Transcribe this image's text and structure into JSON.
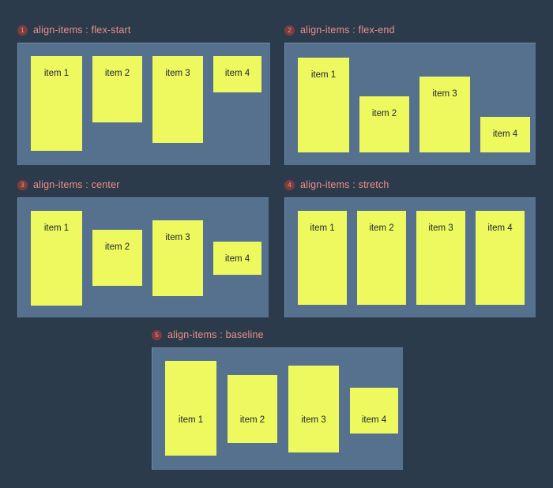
{
  "colors": {
    "page_background": "#2c3b4b",
    "container_background": "#55718e",
    "container_border": "#6c8aa6",
    "item_background": "#edf95e",
    "item_text": "#1d2430",
    "label_text": "#ef8f86",
    "badge_background": "#7e3c3e",
    "badge_text": "#f09a91"
  },
  "panels": [
    {
      "badge": "1",
      "label": "align-items : flex-start",
      "align": "flex-start",
      "items": [
        {
          "label": "item 1"
        },
        {
          "label": "item 2"
        },
        {
          "label": "item 3"
        },
        {
          "label": "item 4"
        }
      ]
    },
    {
      "badge": "2",
      "label": "align-items : flex-end",
      "align": "flex-end",
      "items": [
        {
          "label": "item 1"
        },
        {
          "label": "item 2"
        },
        {
          "label": "item 3"
        },
        {
          "label": "item 4"
        }
      ]
    },
    {
      "badge": "3",
      "label": "align-items : center",
      "align": "center",
      "items": [
        {
          "label": "item 1"
        },
        {
          "label": "item 2"
        },
        {
          "label": "item 3"
        },
        {
          "label": "item 4"
        }
      ]
    },
    {
      "badge": "4",
      "label": "align-items : stretch",
      "align": "stretch",
      "items": [
        {
          "label": "item 1"
        },
        {
          "label": "item 2"
        },
        {
          "label": "item 3"
        },
        {
          "label": "item 4"
        }
      ]
    },
    {
      "badge": "5",
      "label": "align-items : baseline",
      "align": "baseline",
      "items": [
        {
          "label": "item 1"
        },
        {
          "label": "item 2"
        },
        {
          "label": "item 3"
        },
        {
          "label": "item 4"
        }
      ]
    }
  ]
}
